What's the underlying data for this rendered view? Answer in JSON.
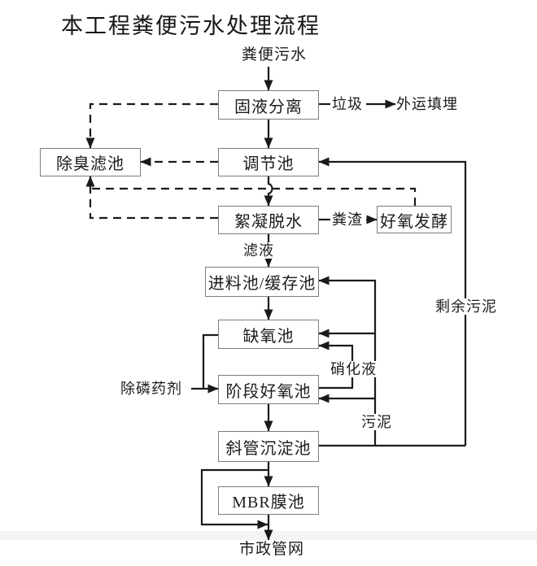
{
  "title": "本工程粪便污水处理流程",
  "colors": {
    "line": "#1a1a1a",
    "box_border": "#7d7d7d",
    "text": "#1c1c1c",
    "background": "#ffffff"
  },
  "flowchart": {
    "source_label": "粪便污水",
    "sink_label": "市政管网",
    "nodes": {
      "solid_liquid_separation": "固液分离",
      "deodorization_filter": "除臭滤池",
      "regulating_tank": "调节池",
      "flocculation_dewatering": "絮凝脱水",
      "aerobic_fermentation": "好氧发酵",
      "feed_buffer_tank": "进料池/缓存池",
      "anoxic_tank": "缺氧池",
      "staged_aerobic_tank": "阶段好氧池",
      "inclined_tube_sedimentation_tank": "斜管沉淀池",
      "mbr_membrane_tank": "MBR膜池"
    },
    "edge_labels": {
      "garbage": "垃圾",
      "outbound_landfill": "外运填埋",
      "fecal_residue": "粪渣",
      "filtrate": "滤液",
      "nitrified_liquid": "硝化液",
      "sludge": "污泥",
      "excess_sludge": "剩余污泥",
      "phosphorus_removal_agent": "除磷药剂"
    }
  }
}
